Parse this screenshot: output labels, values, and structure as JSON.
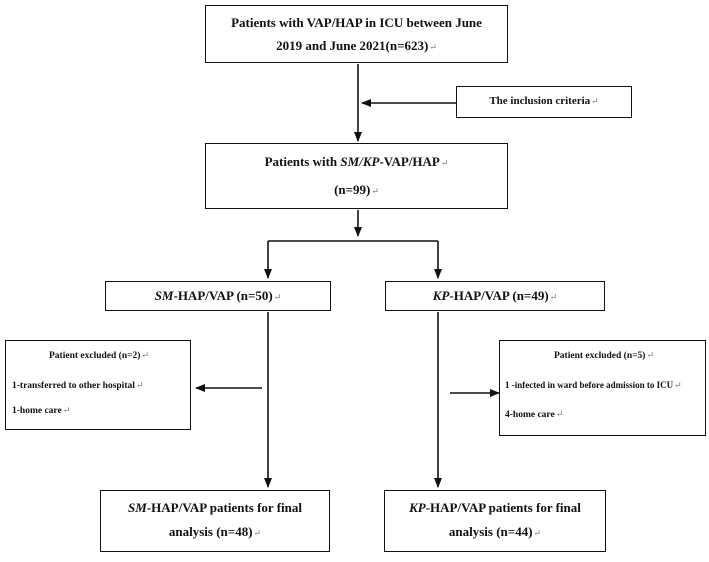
{
  "box_top": {
    "line1": "Patients with VAP/HAP in ICU between June",
    "line2": "2019 and June 2021(n=623)"
  },
  "inclusion": {
    "text": "The inclusion criteria"
  },
  "box_mid": {
    "line1_pre": "Patients with ",
    "line1_italic": "SM/KP",
    "line1_post": "-VAP/HAP",
    "line2": "(n=99)"
  },
  "box_sm": {
    "italic": "SM",
    "text": "-HAP/VAP (n=50)"
  },
  "box_kp": {
    "italic": "KP",
    "text": "-HAP/VAP (n=49)"
  },
  "excl_left": {
    "title": "Patient excluded (n=2)",
    "item1": "1-transferred to other hospital",
    "item2": "1-home care"
  },
  "excl_right": {
    "title": "Patient excluded (n=5)",
    "item1": "1 -infected in ward before admission to ICU",
    "item2": "4-home care"
  },
  "final_sm": {
    "italic": "SM",
    "line1": "-HAP/VAP patients for final",
    "line2": "analysis (n=48)"
  },
  "final_kp": {
    "italic": "KP",
    "line1": "-HAP/VAP patients for final",
    "line2": "analysis (n=44)"
  },
  "paragraph_mark": "↵"
}
